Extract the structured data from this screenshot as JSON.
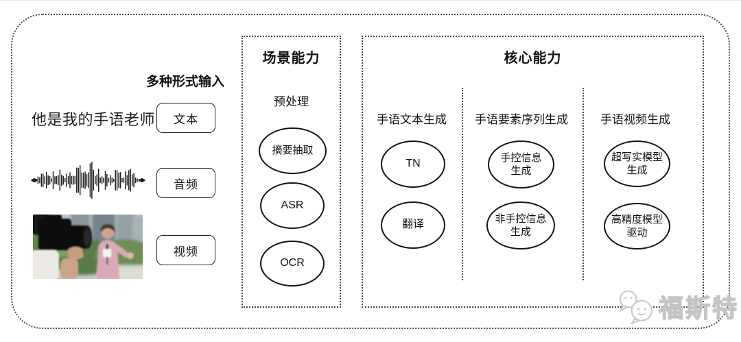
{
  "input_section": {
    "title": "多种形式输入",
    "sample_text": "他是我的手语老师",
    "items": [
      {
        "label": "文本"
      },
      {
        "label": "音频"
      },
      {
        "label": "视频"
      }
    ]
  },
  "scene_box": {
    "title": "场景能力",
    "subtitle": "预处理",
    "nodes": [
      {
        "line1": "摘要抽取"
      },
      {
        "line1": "ASR"
      },
      {
        "line1": "OCR"
      }
    ]
  },
  "core_box": {
    "title": "核心能力",
    "columns": [
      {
        "label": "手语文本生成",
        "nodes": [
          {
            "line1": "TN"
          },
          {
            "line1": "翻译"
          }
        ]
      },
      {
        "label": "手语要素序列生成",
        "nodes": [
          {
            "line1": "手控信息",
            "line2": "生成"
          },
          {
            "line1": "非手控信息",
            "line2": "生成"
          }
        ]
      },
      {
        "label": "手语视频生成",
        "nodes": [
          {
            "line1": "超写实模型",
            "line2": "生成"
          },
          {
            "line1": "高精度模型",
            "line2": "驱动"
          }
        ]
      }
    ]
  },
  "watermark": {
    "text": "福斯特"
  },
  "colors": {
    "line": "#141414",
    "dotted": "#4a4a4a",
    "watermark": "#c4c4c4"
  }
}
